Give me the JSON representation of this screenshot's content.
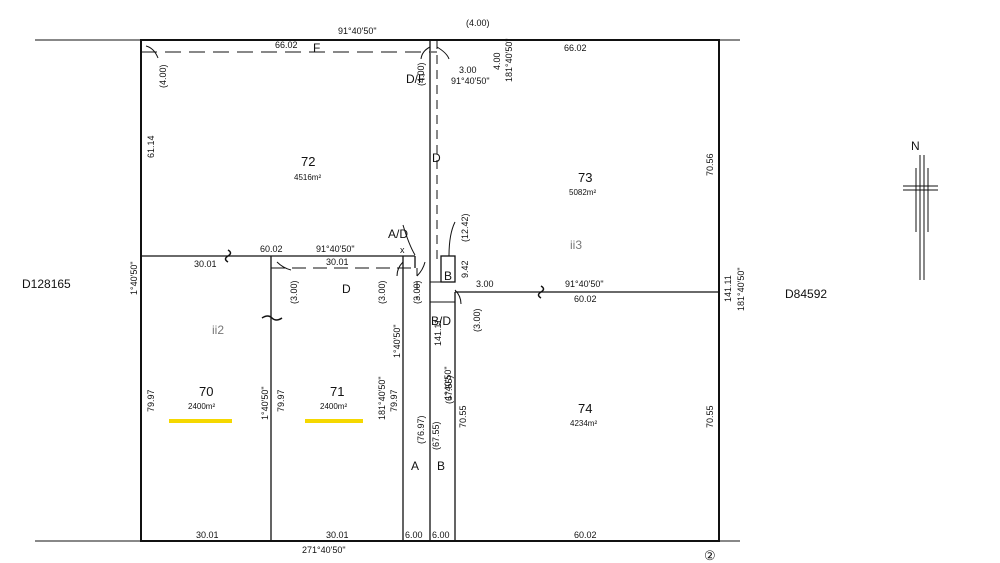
{
  "plan": {
    "bearings": {
      "top": "91°40'50\"",
      "bottom": "271°40'50\"",
      "left_side": "1°40'50\"",
      "right_side": "181°40'50\"",
      "mid_72": "91°40'50\"",
      "mid_73": "91°40'50\"",
      "corridor_a_left": "1°40'50\"",
      "lot70_right": "1°40'50\"",
      "lot71_right": "181°40'50\"",
      "corridor_b_right": "1°40'50\"",
      "easement_f_top": "91°40'50\"",
      "easement_f_side": "181°40'50\""
    },
    "distances": {
      "f_left": "66.02",
      "top_right": "66.02",
      "left_upper": "61.14",
      "right_upper": "70.56",
      "lot72_bottom": "60.02",
      "lot70_top": "30.01",
      "d_top": "30.01",
      "lot73_bottom": "60.02",
      "right_mid": "141.11",
      "corridor_b_mid": "141.11",
      "lot70_left": "79.97",
      "lot70_right": "79.97",
      "lot71_right": "79.97",
      "corridor_a_lower": "(76.97)",
      "corridor_b_lower1": "(67.55)",
      "corridor_b_lower2": "(67.55)",
      "lot74_left": "70.55",
      "right_lower": "70.55",
      "bottom_70": "30.01",
      "bottom_71": "30.01",
      "bottom_a": "6.00",
      "bottom_b": "6.00",
      "bottom_74": "60.02",
      "f_left_width": "(4.00)",
      "f_top_width": "(4.00)",
      "f_vert": "(4.00)",
      "f_right_width": "4.00",
      "f_d_width": "3.00",
      "d_w1": "(3.00)",
      "d_w2": "(3.00)",
      "d_w3": "(3.00)",
      "b_w": "(3.00)",
      "b_3": "3.00",
      "b_942": "9.42",
      "b_1242": "(12.42)"
    },
    "lots": [
      {
        "number": "72",
        "area": "4516m²"
      },
      {
        "number": "73",
        "area": "5082m²"
      },
      {
        "number": "70",
        "area": "2400m²"
      },
      {
        "number": "71",
        "area": "2400m²"
      },
      {
        "number": "74",
        "area": "4234m²"
      }
    ],
    "easements": {
      "f": "F",
      "df": "D/F",
      "d_upper": "D",
      "ad": "A/D",
      "d_lower": "D",
      "b_box": "B",
      "bd": "B/D",
      "a": "A",
      "b": "B",
      "x": "x"
    },
    "adjoining": {
      "left": "D128165",
      "right": "D84592"
    },
    "marks": {
      "lot_ref_2": "ii2",
      "lot_ref_3": "ii3",
      "sheet": "②"
    },
    "north": "N",
    "highlight_color": "#f5d800"
  }
}
